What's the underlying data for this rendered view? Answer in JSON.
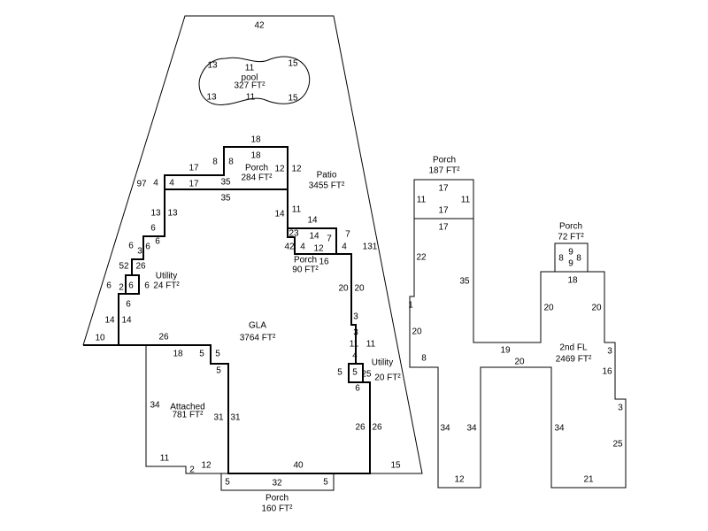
{
  "sketch": {
    "line_color": "#000000",
    "background": "#ffffff",
    "areas": [
      {
        "name": "pool",
        "area": "327 FT²"
      },
      {
        "name": "Porch",
        "area": "284 FT²"
      },
      {
        "name": "Patio",
        "area": "3455 FT²"
      },
      {
        "name": "Porch",
        "area": "90 FT²"
      },
      {
        "name": "Utility",
        "area": "24 FT²"
      },
      {
        "name": "GLA",
        "area": "3764 FT²"
      },
      {
        "name": "Utility",
        "area": "20 FT²"
      },
      {
        "name": "Attached",
        "area": "781 FT²"
      },
      {
        "name": "Porch",
        "area": "160 FT²"
      },
      {
        "name": "Porch",
        "area": "187 FT²"
      },
      {
        "name": "Porch",
        "area": "72 FT²"
      },
      {
        "name": "2nd FL",
        "area": "2469 FT²"
      }
    ],
    "dimensions": [
      "42",
      "13",
      "11",
      "15",
      "13",
      "11",
      "15",
      "18",
      "17",
      "8",
      "8",
      "18",
      "12",
      "12",
      "97",
      "4",
      "4",
      "17",
      "35",
      "35",
      "13",
      "13",
      "6",
      "6",
      "3",
      "6",
      "6",
      "52",
      "26",
      "6",
      "2",
      "6",
      "6",
      "6",
      "14",
      "14",
      "10",
      "26",
      "14",
      "11",
      "14",
      "23",
      "14",
      "7",
      "7",
      "4",
      "42",
      "4",
      "12",
      "131",
      "16",
      "20",
      "20",
      "3",
      "3",
      "11",
      "11",
      "4",
      "5",
      "5",
      "25",
      "6",
      "26",
      "26",
      "15",
      "40",
      "18",
      "5",
      "5",
      "5",
      "34",
      "31",
      "31",
      "11",
      "2",
      "12",
      "5",
      "32",
      "5",
      "17",
      "11",
      "11",
      "17",
      "17",
      "22",
      "35",
      "1",
      "20",
      "8",
      "34",
      "34",
      "12",
      "19",
      "20",
      "8",
      "9",
      "9",
      "8",
      "18",
      "20",
      "20",
      "3",
      "16",
      "3",
      "25",
      "34",
      "21"
    ]
  }
}
